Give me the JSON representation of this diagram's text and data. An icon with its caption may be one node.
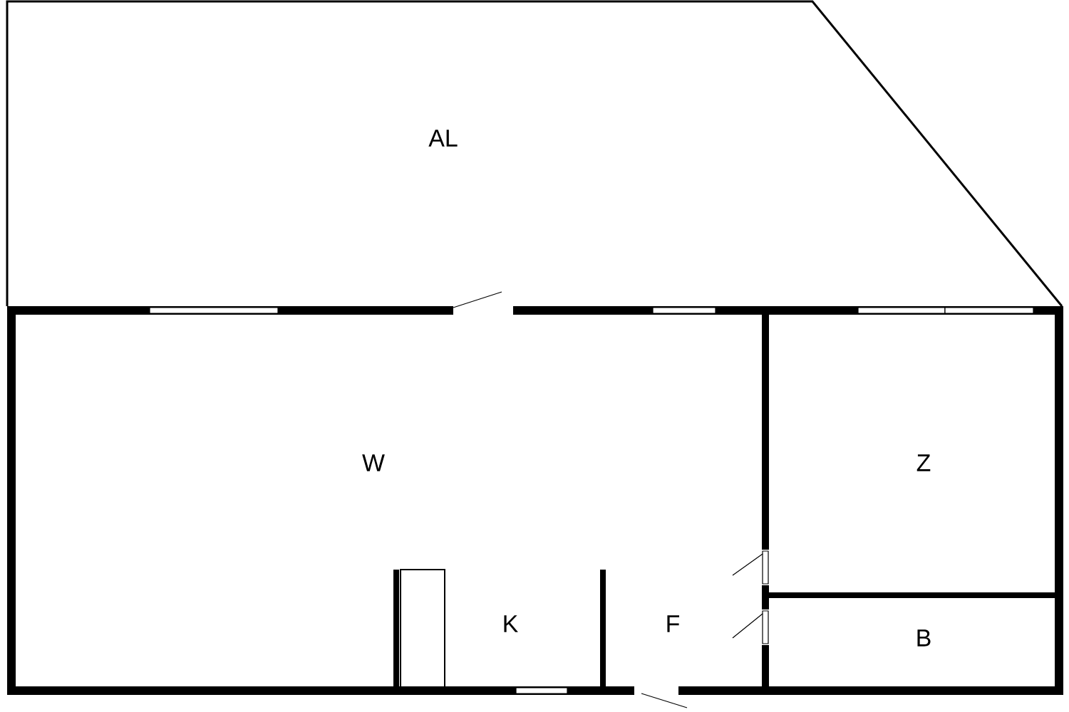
{
  "diagram": {
    "nodes": [
      {
        "text": [
          "AL"
        ]
      },
      {
        "text": [
          "W"
        ]
      },
      {
        "text": [
          "Z"
        ]
      },
      {
        "text": [
          "K"
        ]
      },
      {
        "text": [
          "F"
        ]
      },
      {
        "text": [
          "B"
        ]
      }
    ]
  }
}
